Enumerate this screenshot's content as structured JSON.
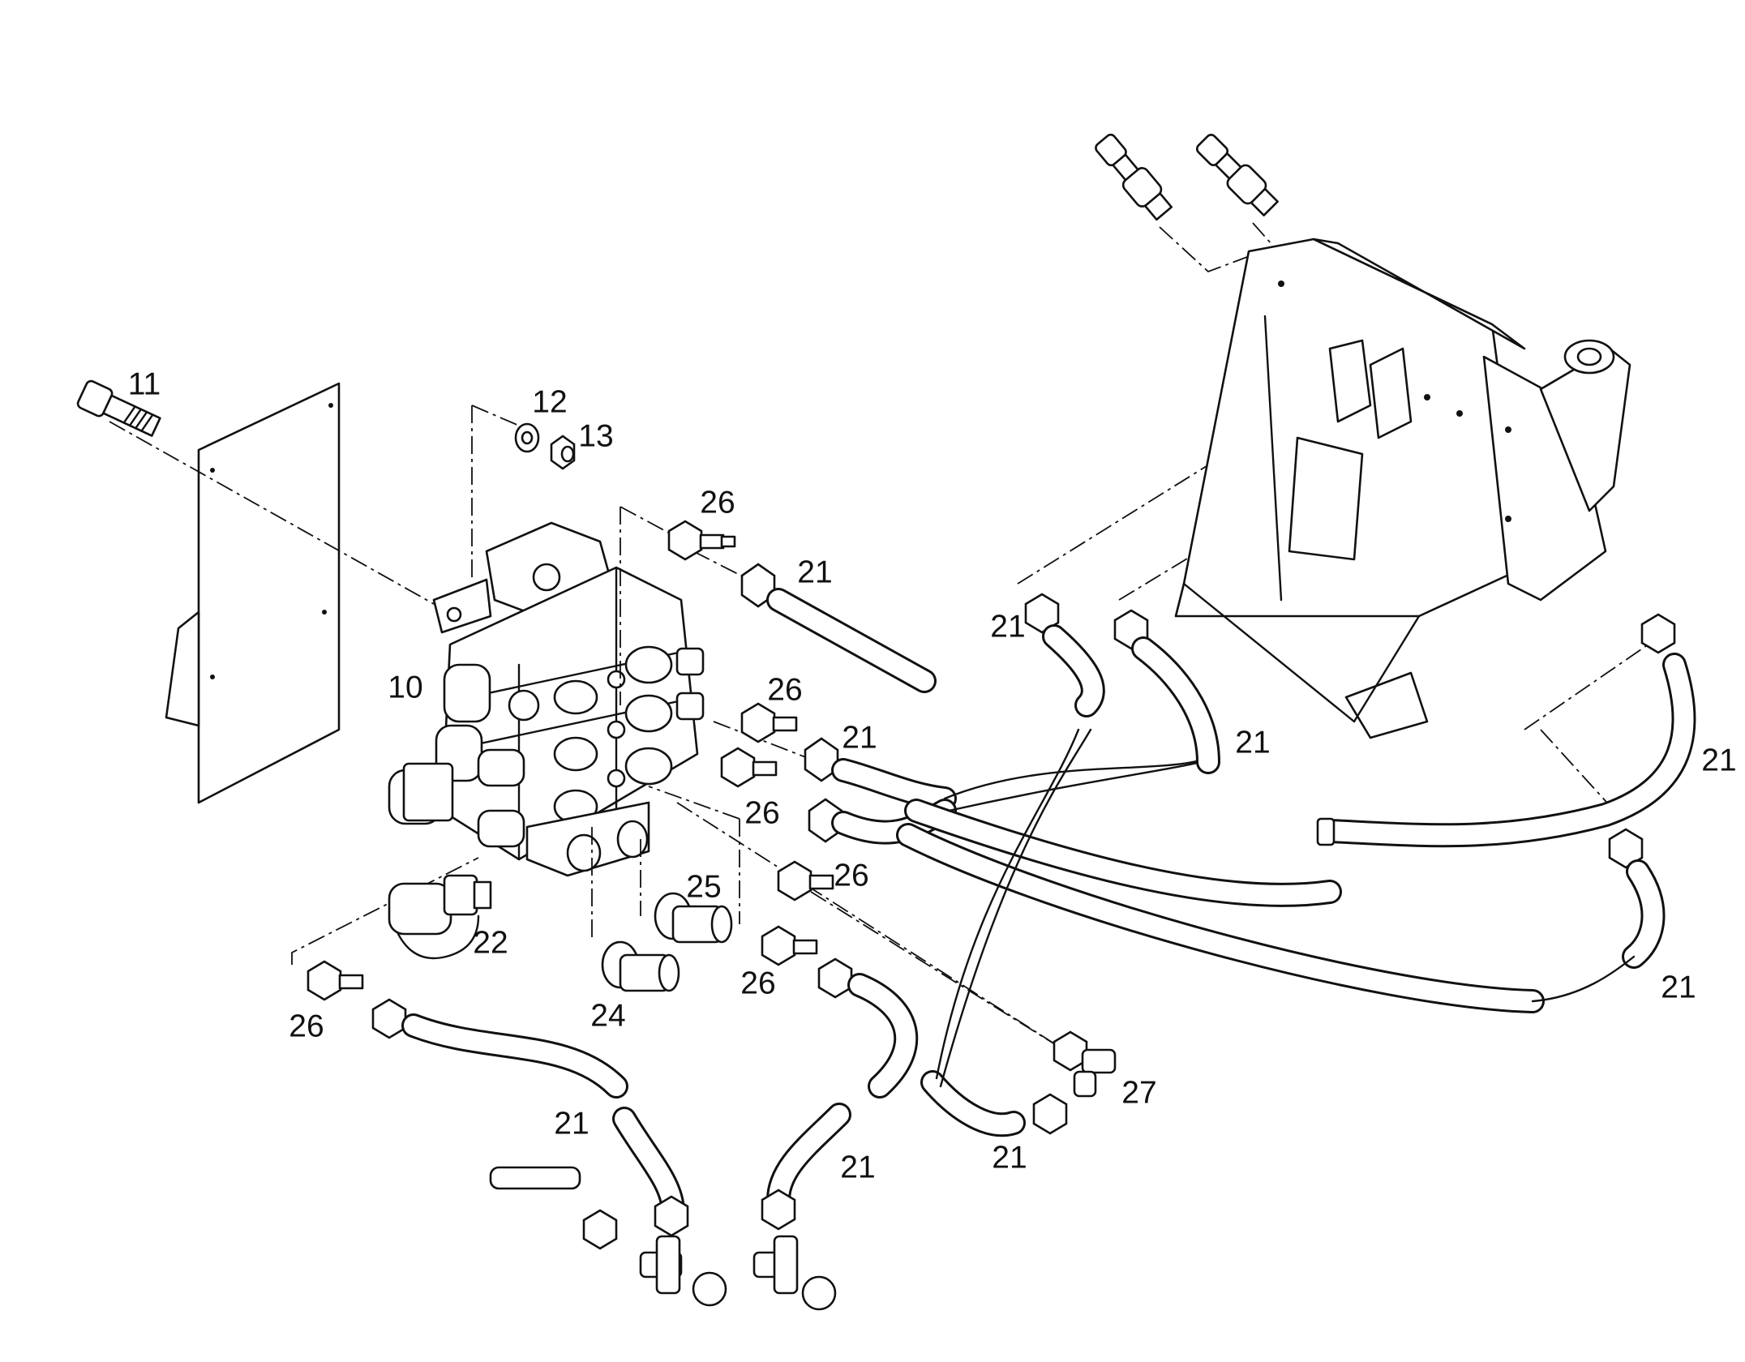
{
  "diagram": {
    "callouts": [
      {
        "id": "c11",
        "text": "11"
      },
      {
        "id": "c12",
        "text": "12"
      },
      {
        "id": "c13",
        "text": "13"
      },
      {
        "id": "c10",
        "text": "10"
      },
      {
        "id": "c26a",
        "text": "26"
      },
      {
        "id": "c21a",
        "text": "21"
      },
      {
        "id": "c26b",
        "text": "26"
      },
      {
        "id": "c21b",
        "text": "21"
      },
      {
        "id": "c26c",
        "text": "26"
      },
      {
        "id": "c26d",
        "text": "26"
      },
      {
        "id": "c25",
        "text": "25"
      },
      {
        "id": "c22",
        "text": "22"
      },
      {
        "id": "c24",
        "text": "24"
      },
      {
        "id": "c26e",
        "text": "26"
      },
      {
        "id": "c26f",
        "text": "26"
      },
      {
        "id": "c21c",
        "text": "21"
      },
      {
        "id": "c21d",
        "text": "21"
      },
      {
        "id": "c21e",
        "text": "21"
      },
      {
        "id": "c27",
        "text": "27"
      },
      {
        "id": "c21f",
        "text": "21"
      },
      {
        "id": "c21g",
        "text": "21"
      },
      {
        "id": "c21h",
        "text": "21"
      },
      {
        "id": "c21i",
        "text": "21"
      }
    ]
  }
}
